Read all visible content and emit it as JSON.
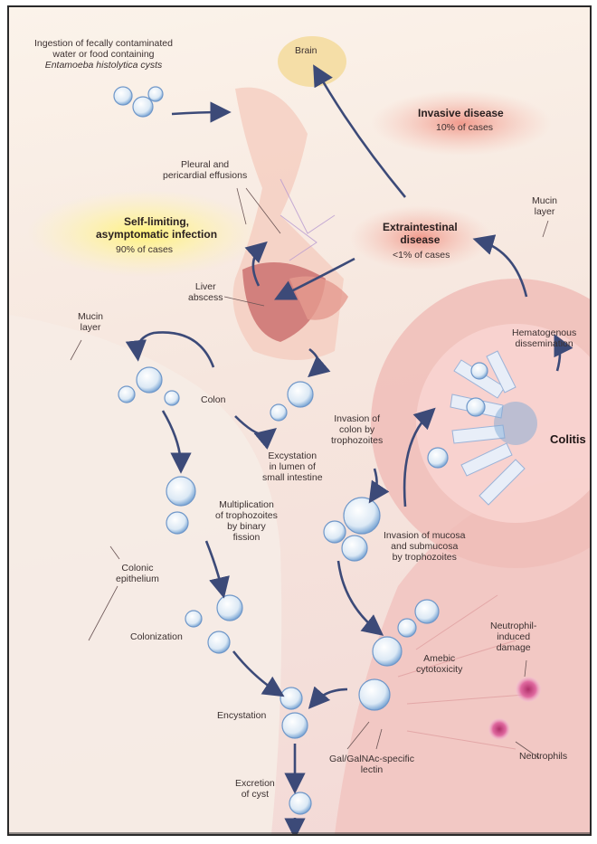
{
  "diagram": {
    "ingestion": [
      "Ingestion of fecally contaminated",
      "water or food containing",
      "Entamoeba histolytica cysts"
    ],
    "brain": "Brain",
    "invasive_title": "Invasive disease",
    "invasive_pct": "10% of cases",
    "pleural": [
      "Pleural and",
      "pericardial effusions"
    ],
    "self_limiting": [
      "Self-limiting,",
      "asymptomatic infection"
    ],
    "self_limiting_pct": "90% of cases",
    "extraintestinal": [
      "Extraintestinal",
      "disease"
    ],
    "extraintestinal_pct": "<1% of cases",
    "mucin_right": [
      "Mucin",
      "layer"
    ],
    "liver": [
      "Liver",
      "abscess"
    ],
    "mucin_left": [
      "Mucin",
      "layer"
    ],
    "hematogenous": [
      "Hematogenous",
      "dissemination"
    ],
    "colon": "Colon",
    "invasion_colon": [
      "Invasion of",
      "colon by",
      "trophozoites"
    ],
    "colitis": "Colitis",
    "excystation": [
      "Excystation",
      "in lumen of",
      "small intestine"
    ],
    "multiplication": [
      "Multiplication",
      "of trophozoites",
      "by binary",
      "fission"
    ],
    "invasion_mucosa": [
      "Invasion of mucosa",
      "and submucosa",
      "by trophozoites"
    ],
    "colonic_epithelium": [
      "Colonic",
      "epithelium"
    ],
    "neutrophil_damage": [
      "Neutrophil-",
      "induced",
      "damage"
    ],
    "colonization": "Colonization",
    "amebic": [
      "Amebic",
      "cytotoxicity"
    ],
    "encystation": "Encystation",
    "lectin": [
      "Gal/GalNAc-specific",
      "lectin"
    ],
    "neutrophils": "Neutrophils",
    "excretion": [
      "Excretion",
      "of cyst"
    ]
  }
}
